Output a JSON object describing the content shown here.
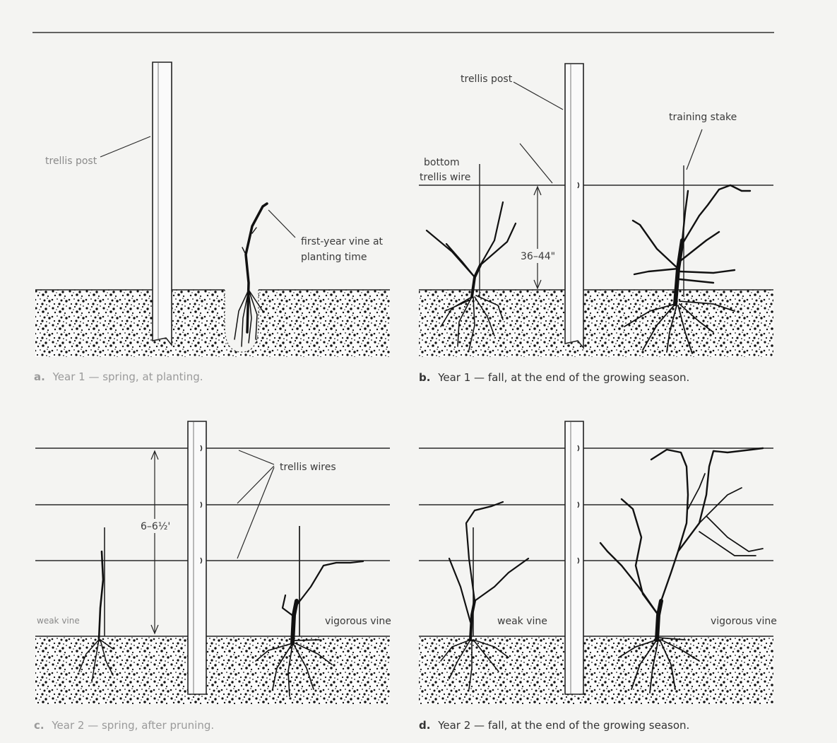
{
  "panels": {
    "a": {
      "letter": "a.",
      "caption": "Year 1 — spring, at planting.",
      "labels": {
        "trellis_post": "trellis post",
        "vine_line1": "first-year vine at",
        "vine_line2": "planting time"
      }
    },
    "b": {
      "letter": "b.",
      "caption": "Year 1 — fall, at the end of the growing season.",
      "labels": {
        "trellis_post": "trellis post",
        "training_stake": "training stake",
        "bottom_wire_line1": "bottom",
        "bottom_wire_line2": "trellis wire",
        "height": "36–44\""
      }
    },
    "c": {
      "letter": "c.",
      "caption": "Year 2 — spring, after pruning.",
      "labels": {
        "trellis_wires": "trellis wires",
        "height": "6–6½'",
        "weak_vine": "weak vine",
        "vigorous_vine": "vigorous vine"
      }
    },
    "d": {
      "letter": "d.",
      "caption": "Year 2 — fall, at the end of the growing season.",
      "labels": {
        "weak_vine": "weak vine",
        "vigorous_vine": "vigorous vine"
      }
    }
  }
}
